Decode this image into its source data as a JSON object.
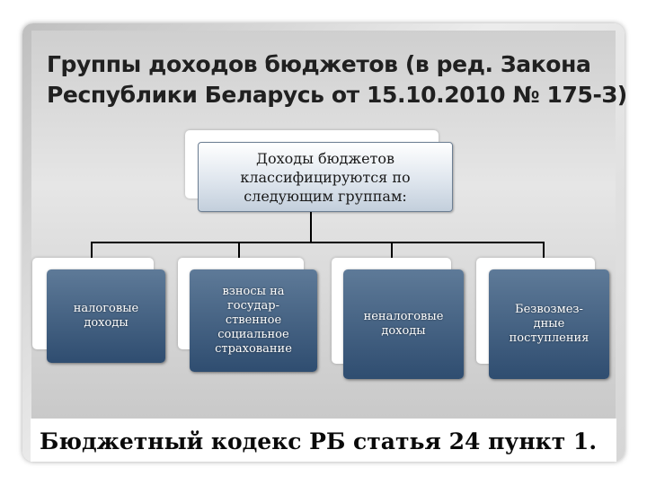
{
  "title": {
    "line1": "Группы доходов бюджетов (в ред. Закона",
    "line2": "Республики Беларусь от 15.10.2010 № 175-З)"
  },
  "root": {
    "lines": [
      "Доходы бюджетов",
      "классифицируются по",
      "следующим группам:"
    ]
  },
  "groups": [
    {
      "lines": [
        "налоговые",
        "доходы"
      ]
    },
    {
      "lines": [
        "взносы на",
        "государ-",
        "ственное",
        "социальное",
        "страхование"
      ]
    },
    {
      "lines": [
        "неналоговые",
        "доходы"
      ]
    },
    {
      "lines": [
        "Безвозмез-",
        "дные",
        "поступления"
      ]
    }
  ],
  "footer": "Бюджетный кодекс РБ статья 24 пункт 1.",
  "colors": {
    "card_top": "#5e7a98",
    "card_bottom": "#2f4d70",
    "connector": "#000000"
  }
}
